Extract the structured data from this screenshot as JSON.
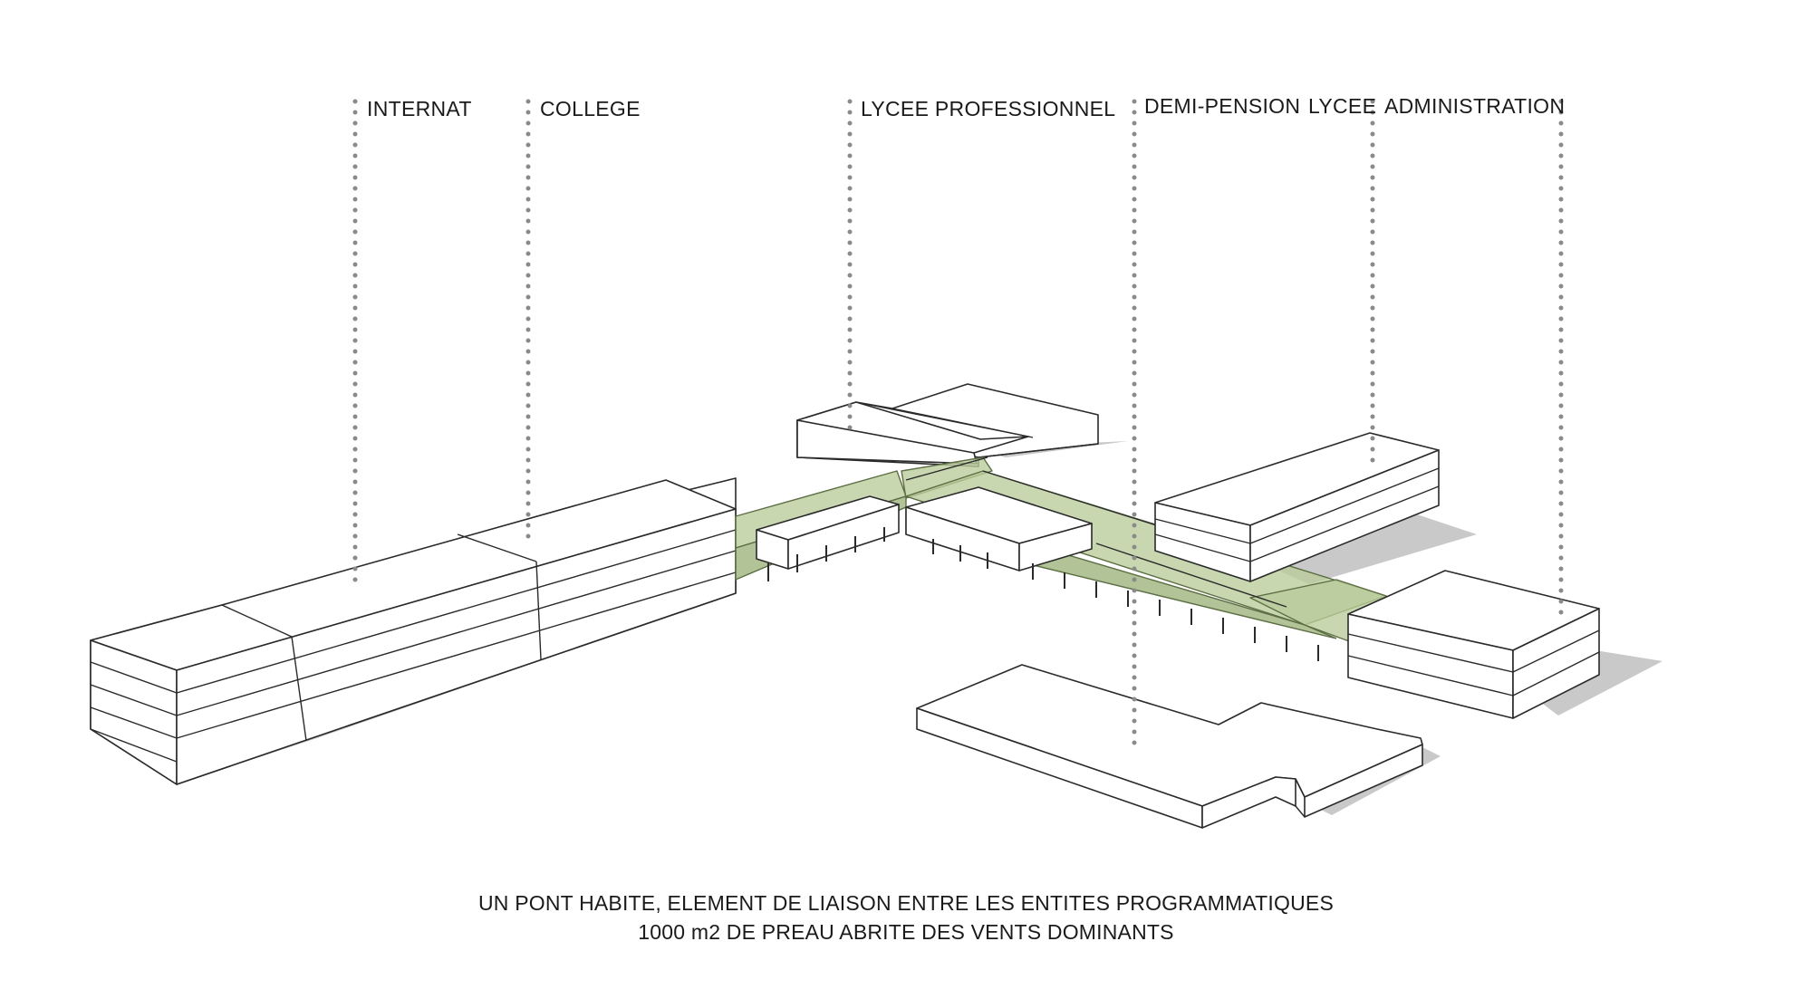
{
  "labels": {
    "internat": "INTERNAT",
    "college": "COLLEGE",
    "lycee_professionnel": "LYCEE PROFESSIONNEL",
    "demi_pension": "DEMI-PENSION",
    "lycee": "LYCEE",
    "administration": "ADMINISTRATION"
  },
  "caption": {
    "line1": "UN PONT HABITE, ELEMENT DE LIAISON ENTRE LES ENTITES PROGRAMMATIQUES",
    "line2": "1000 m2 DE PREAU ABRITE DES VENTS DOMINANTS"
  },
  "colors": {
    "bridge": "#b9cc9a",
    "shadow": "#c9c9c9",
    "leader": "#8a8a8a"
  }
}
